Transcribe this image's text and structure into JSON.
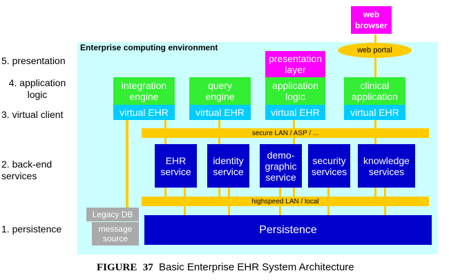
{
  "layers": [
    {
      "id": "presentation",
      "label": "5. presentation"
    },
    {
      "id": "application",
      "label": "4. application\nlogic"
    },
    {
      "id": "virtual",
      "label": "3. virtual client"
    },
    {
      "id": "backend",
      "label": "2. back-end\nservices"
    },
    {
      "id": "persistence",
      "label": "1. persistence"
    }
  ],
  "environment_title": "Enterprise computing environment",
  "web_browser": "web\nbrowser",
  "web_portal": "web portal",
  "presentation_layer": "presentation\nlayer",
  "apps": [
    {
      "label": "integration\nengine"
    },
    {
      "label": "query\nengine"
    },
    {
      "label": "application\nlogic"
    },
    {
      "label": "clinical\napplication"
    }
  ],
  "virtual_label": "virtual EHR",
  "secure_lan": "secure LAN / ASP / ...",
  "services": [
    {
      "label": "EHR\nservice"
    },
    {
      "label": "identity\nservice"
    },
    {
      "label": "demo-\ngraphic\nservice"
    },
    {
      "label": "security\nservices"
    },
    {
      "label": "knowledge\nservices"
    }
  ],
  "highspeed_lan": "highspeed LAN / local",
  "legacy_db": "Legacy DB",
  "message_source": "message\nsource",
  "persistence_label": "Persistence",
  "caption": {
    "figure": "FIGURE",
    "number": "37",
    "text": "Basic Enterprise EHR System Architecture"
  },
  "colors": {
    "environment": "#ccffff",
    "app": "#33ee33",
    "virtual": "#00ccff",
    "service": "#0000cc",
    "network": "#ffcc00",
    "presentation": "#ff00ff",
    "legacy": "#aaaaaa"
  }
}
